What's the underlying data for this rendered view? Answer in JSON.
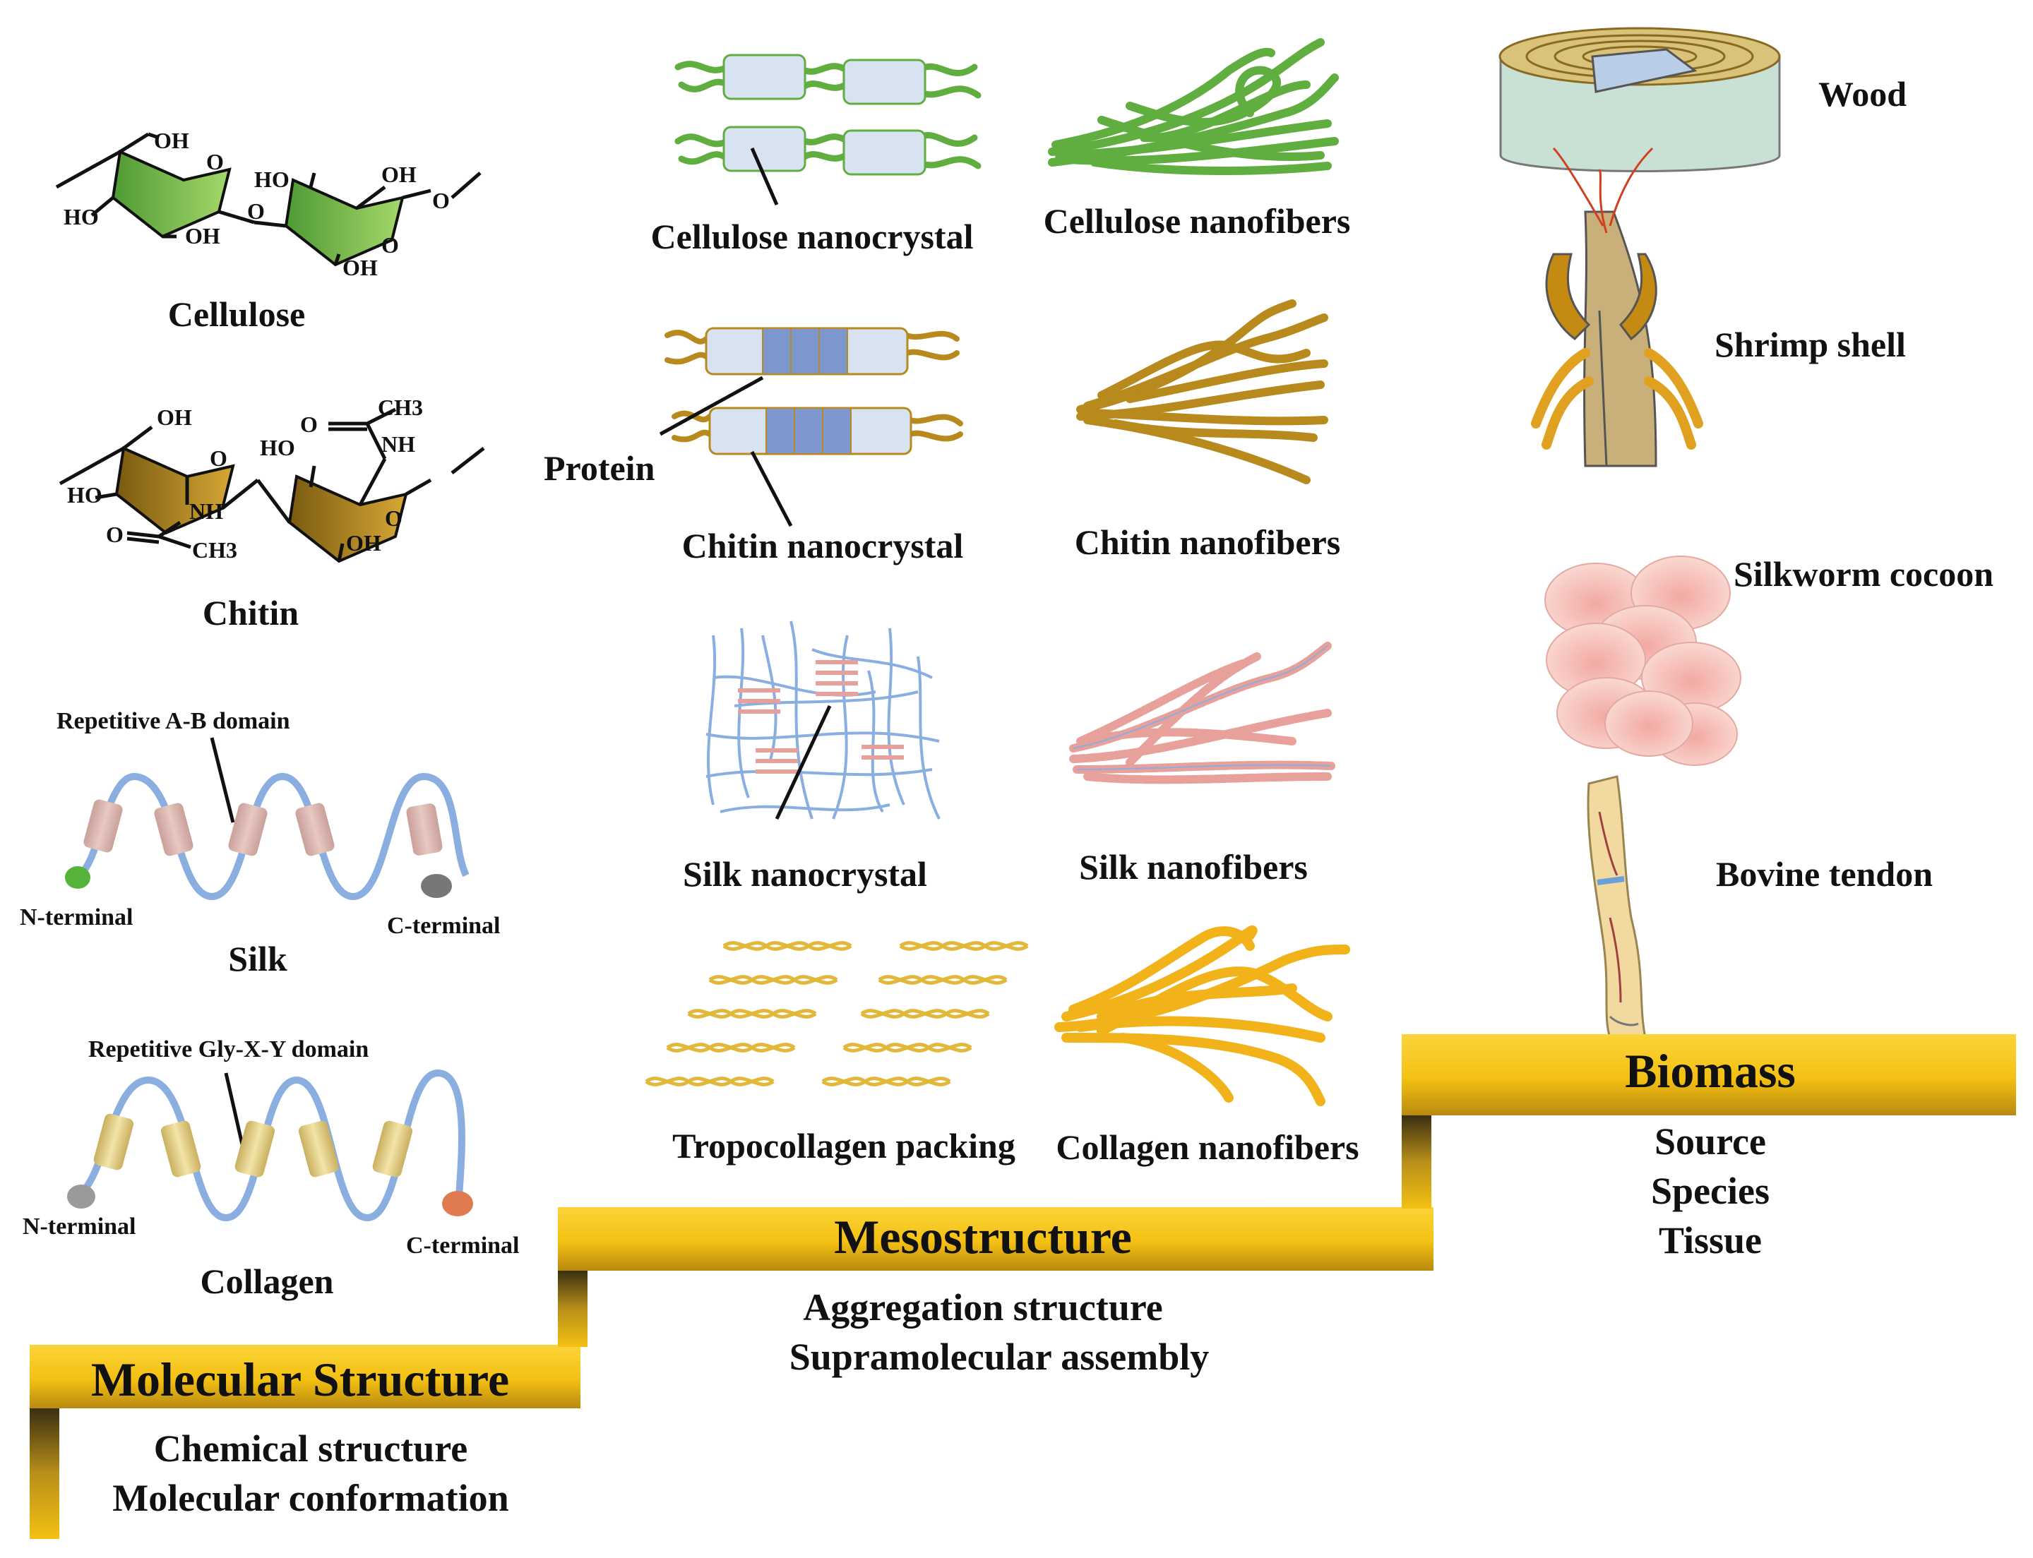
{
  "molecular": {
    "cellulose": {
      "name": "Cellulose",
      "atoms": [
        "OH",
        "O",
        "HO",
        "OH",
        "HO",
        "OH",
        "O",
        "OH"
      ]
    },
    "chitin": {
      "name": "Chitin",
      "atoms": [
        "OH",
        "O",
        "CH3",
        "O",
        "HO",
        "NH",
        "HO",
        "NH",
        "O",
        "CH3",
        "OH",
        "O"
      ]
    },
    "silk": {
      "name": "Silk",
      "domain_label": "Repetitive A-B domain",
      "n_terminal": "N-terminal",
      "c_terminal": "C-terminal"
    },
    "collagen": {
      "name": "Collagen",
      "domain_label": "Repetitive Gly-X-Y domain",
      "n_terminal": "N-terminal",
      "c_terminal": "C-terminal"
    }
  },
  "meso": {
    "cellulose_nanocrystal": "Cellulose nanocrystal",
    "cellulose_nanofibers": "Cellulose nanofibers",
    "protein": "Protein",
    "chitin_nanocrystal": "Chitin nanocrystal",
    "chitin_nanofibers": "Chitin nanofibers",
    "silk_nanocrystal": "Silk nanocrystal",
    "silk_nanofibers": "Silk nanofibers",
    "tropocollagen_packing": "Tropocollagen packing",
    "collagen_nanofibers": "Collagen nanofibers"
  },
  "biomass_sources": {
    "wood": "Wood",
    "shrimp": "Shrimp shell",
    "silkworm": "Silkworm cocoon",
    "tendon": "Bovine tendon"
  },
  "steps": {
    "molecular": {
      "title": "Molecular Structure",
      "lines": [
        "Chemical structure",
        "Molecular conformation"
      ]
    },
    "meso": {
      "title": "Mesostructure",
      "lines": [
        "Aggregation structure",
        "Supramolecular assembly"
      ]
    },
    "biomass": {
      "title": "Biomass",
      "lines": [
        "Source",
        "Species",
        "Tissue"
      ]
    }
  },
  "colors": {
    "cellulose_green": "#5fae3f",
    "chitin_brown": "#b88a1e",
    "collagen_yellow": "#f2b31a",
    "silk_blue": "#8aaee0",
    "silk_pink": "#e8a09a",
    "step_gold": "#f4c012"
  }
}
